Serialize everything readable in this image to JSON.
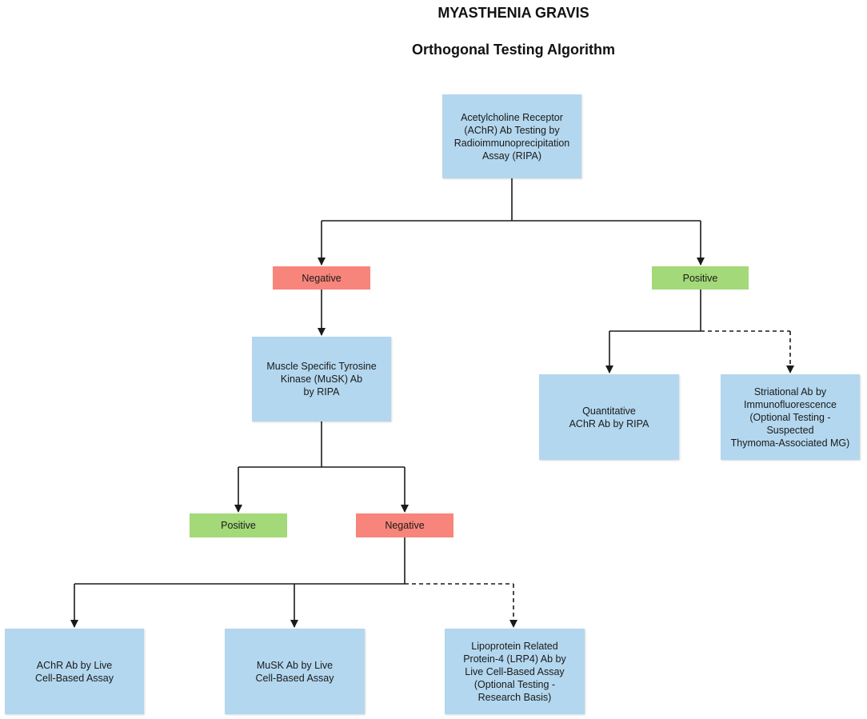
{
  "title": "MYASTHENIA GRAVIS",
  "subtitle": "Orthogonal Testing Algorithm",
  "nodes": {
    "achr_ripa": "Acetylcholine Receptor\n(AChR) Ab Testing by\nRadioimmunoprecipitation\nAssay (RIPA)",
    "negative_1": "Negative",
    "positive_1": "Positive",
    "musk_ripa": "Muscle Specific Tyrosine\nKinase (MuSK) Ab\nby RIPA",
    "quantitative": "Quantitative\nAChR Ab by RIPA",
    "striational": "Striational Ab by\nImmunofluorescence\n(Optional Testing -\nSuspected\nThymoma-Associated MG)",
    "positive_2": "Positive",
    "negative_2": "Negative",
    "achr_live": "AChR Ab by Live\nCell-Based Assay",
    "musk_live": "MuSK Ab by Live\nCell-Based Assay",
    "lrp4_live": "Lipoprotein Related\nProtein-4 (LRP4) Ab by\nLive Cell-Based Assay\n(Optional Testing -\nResearch Basis)"
  },
  "colors": {
    "box": "#b3d7ee",
    "negative": "#f7857b",
    "positive": "#a3d978",
    "line": "#1a1a1a"
  }
}
